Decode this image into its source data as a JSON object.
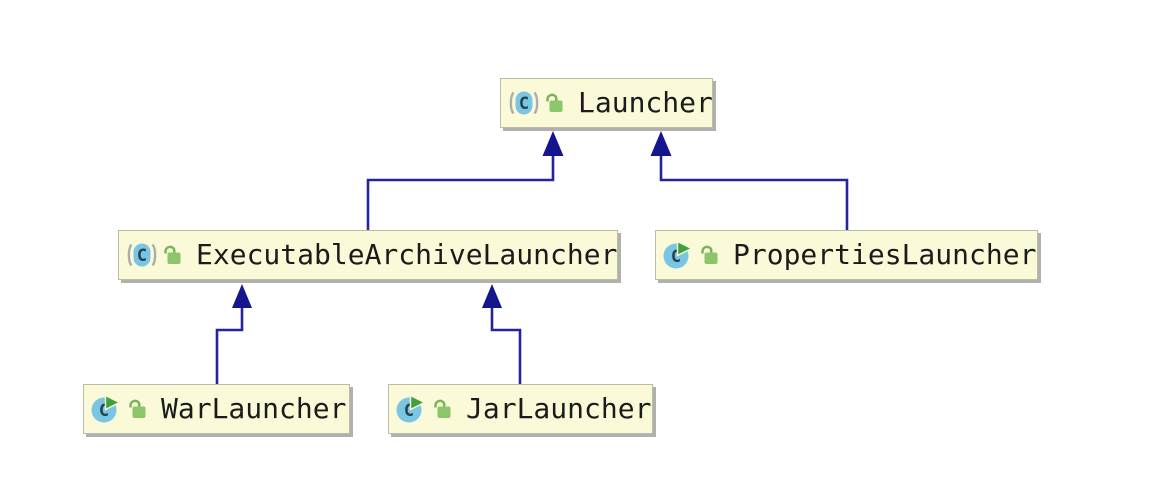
{
  "diagram": {
    "kind": "uml-class-inheritance-diagram",
    "nodes": [
      {
        "label": "Launcher",
        "class_kind": "abstract",
        "icons": [
          "abstract-class-icon",
          "unlocked-icon"
        ]
      },
      {
        "label": "ExecutableArchiveLauncher",
        "class_kind": "abstract",
        "icons": [
          "abstract-class-icon",
          "unlocked-icon"
        ]
      },
      {
        "label": "PropertiesLauncher",
        "class_kind": "runnable",
        "icons": [
          "runnable-class-icon",
          "unlocked-icon"
        ]
      },
      {
        "label": "WarLauncher",
        "class_kind": "runnable",
        "icons": [
          "runnable-class-icon",
          "unlocked-icon"
        ]
      },
      {
        "label": "JarLauncher",
        "class_kind": "runnable",
        "icons": [
          "runnable-class-icon",
          "unlocked-icon"
        ]
      }
    ],
    "edges": [
      {
        "from": "ExecutableArchiveLauncher",
        "to": "Launcher",
        "relation": "inheritance"
      },
      {
        "from": "PropertiesLauncher",
        "to": "Launcher",
        "relation": "inheritance"
      },
      {
        "from": "WarLauncher",
        "to": "ExecutableArchiveLauncher",
        "relation": "inheritance"
      },
      {
        "from": "JarLauncher",
        "to": "ExecutableArchiveLauncher",
        "relation": "inheritance"
      }
    ],
    "colors": {
      "background": "#ffffff",
      "node_fill": "#fafad8",
      "node_border": "#bcbca4",
      "node_shadow": "#b0b0b0",
      "edge_line": "#24249c",
      "arrowhead": "#15158e",
      "class_icon_blue": "#7ac4e4",
      "class_icon_letter": "#27424f",
      "run_triangle_green": "#3fa03c",
      "lock_green": "#8cc56a",
      "paren_gray": "#acacac",
      "text": "#1b1b1b"
    }
  }
}
